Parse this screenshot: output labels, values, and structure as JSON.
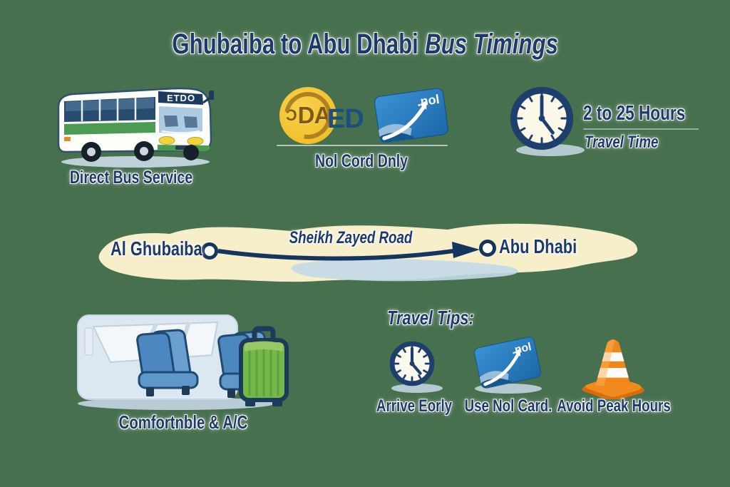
{
  "title": {
    "main": "Ghubaiba to Abu Dhabi",
    "accent": "Bus Timings"
  },
  "features": {
    "bus": {
      "sign": "ETDO",
      "label": "Direct Bus Service"
    },
    "fare": {
      "coin_glyph": "Ɔ",
      "coin_text": "DA",
      "coin_overflow": "ED",
      "card_logo": ".nol",
      "label": "Nol Cord Dnly"
    },
    "duration": {
      "value": "2 to 25 Hours",
      "label": "Travel Time"
    }
  },
  "route": {
    "origin": "Al Ghubaiba",
    "via": "Sheikh Zayed Road",
    "destination": "Abu Dhabi"
  },
  "comfort": {
    "label": "Comfortnble & A/C"
  },
  "tips": {
    "heading": "Travel Tips:",
    "items": [
      {
        "icon": "clock-icon",
        "label": "Arrive Eorly"
      },
      {
        "icon": "nol-card-icon",
        "label": "Use Nol Card.",
        "card_logo": ".nol"
      },
      {
        "icon": "traffic-cone-icon",
        "label": "Avoid Peak Hours"
      }
    ]
  },
  "colors": {
    "background": "#47704e",
    "text_navy": "#1e3a6b",
    "coin_gold": "#f2c12c",
    "card_blue": "#2b82c6",
    "bus_green": "#4d9b52",
    "suitcase_green": "#74b84c",
    "cone_orange": "#f08a1f",
    "banner_cream": "#f7efc9",
    "seat_blue": "#4c87bf",
    "clock_navy": "#1e3f6e"
  }
}
